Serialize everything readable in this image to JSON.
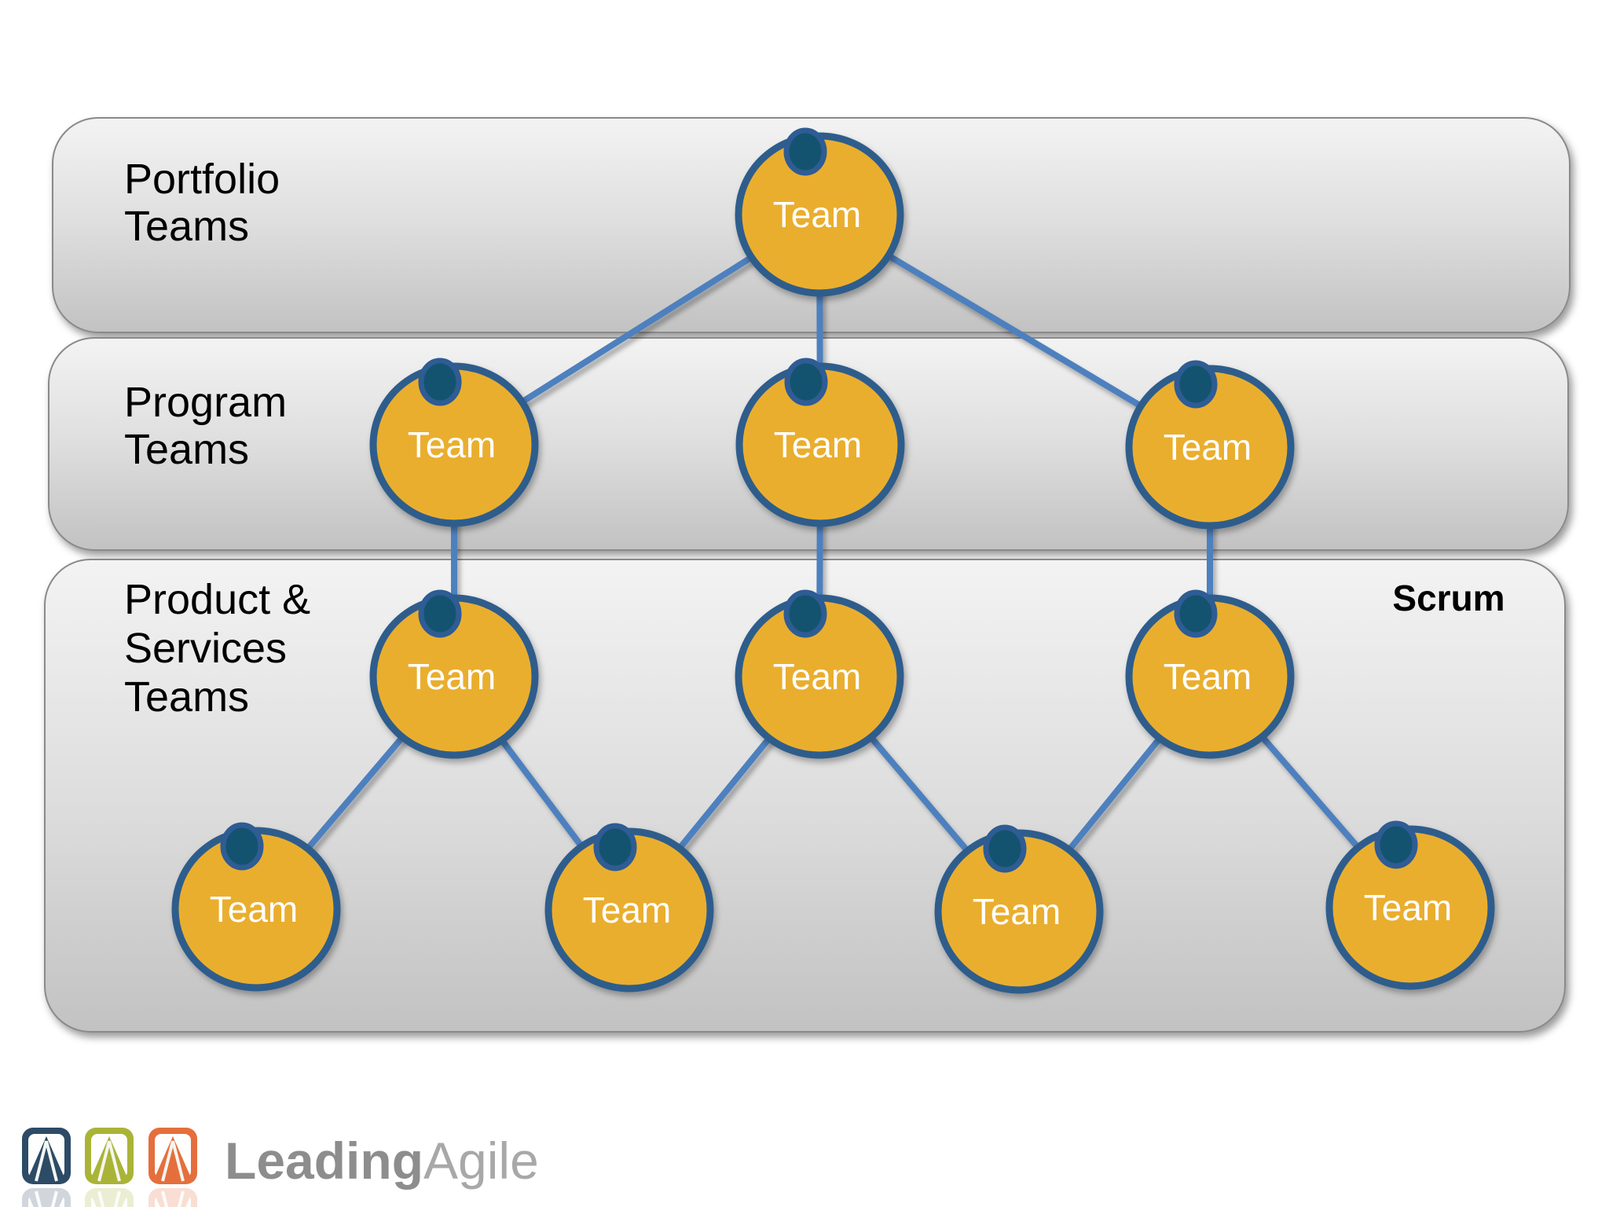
{
  "slide": {
    "bands": [
      {
        "name": "Portfolio Teams",
        "label_lines": [
          "Portfolio",
          "Teams"
        ]
      },
      {
        "name": "Program Teams",
        "label_lines": [
          "Program",
          "Teams"
        ]
      },
      {
        "name": "Product & Services Teams",
        "label_lines": [
          "Product &",
          "Services",
          "Teams"
        ],
        "annotation": "Scrum"
      }
    ],
    "nodes": [
      {
        "label": "Team",
        "band": "portfolio"
      },
      {
        "label": "Team",
        "band": "program"
      },
      {
        "label": "Team",
        "band": "program"
      },
      {
        "label": "Team",
        "band": "program"
      },
      {
        "label": "Team",
        "band": "product-services-row1"
      },
      {
        "label": "Team",
        "band": "product-services-row1"
      },
      {
        "label": "Team",
        "band": "product-services-row1"
      },
      {
        "label": "Team",
        "band": "product-services-row2"
      },
      {
        "label": "Team",
        "band": "product-services-row2"
      },
      {
        "label": "Team",
        "band": "product-services-row2"
      },
      {
        "label": "Team",
        "band": "product-services-row2"
      }
    ],
    "edges": [
      {
        "from": 0,
        "to": 1
      },
      {
        "from": 0,
        "to": 2
      },
      {
        "from": 0,
        "to": 3
      },
      {
        "from": 1,
        "to": 4
      },
      {
        "from": 2,
        "to": 5
      },
      {
        "from": 3,
        "to": 6
      },
      {
        "from": 4,
        "to": 7
      },
      {
        "from": 4,
        "to": 8
      },
      {
        "from": 5,
        "to": 8
      },
      {
        "from": 5,
        "to": 9
      },
      {
        "from": 6,
        "to": 9
      },
      {
        "from": 6,
        "to": 10
      }
    ]
  },
  "logo": {
    "leading": "Leading",
    "agile": "Agile"
  },
  "colors": {
    "node_fill": "#EAAE2E",
    "node_stroke": "#2F5D8C",
    "dot_fill": "#14536F",
    "dot_stroke": "#2E5C94",
    "connector": "#4E80BE",
    "band_border": "#8A8A8A",
    "band_gradient_top": "#F3F3F3",
    "band_gradient_bottom": "#C2C2C2",
    "logo_blue": "#2D4B66",
    "logo_green": "#A9B437",
    "logo_orange": "#E56F3C",
    "logo_text_bold": "#8D8D8D",
    "logo_text_light": "#A8A8A8"
  }
}
